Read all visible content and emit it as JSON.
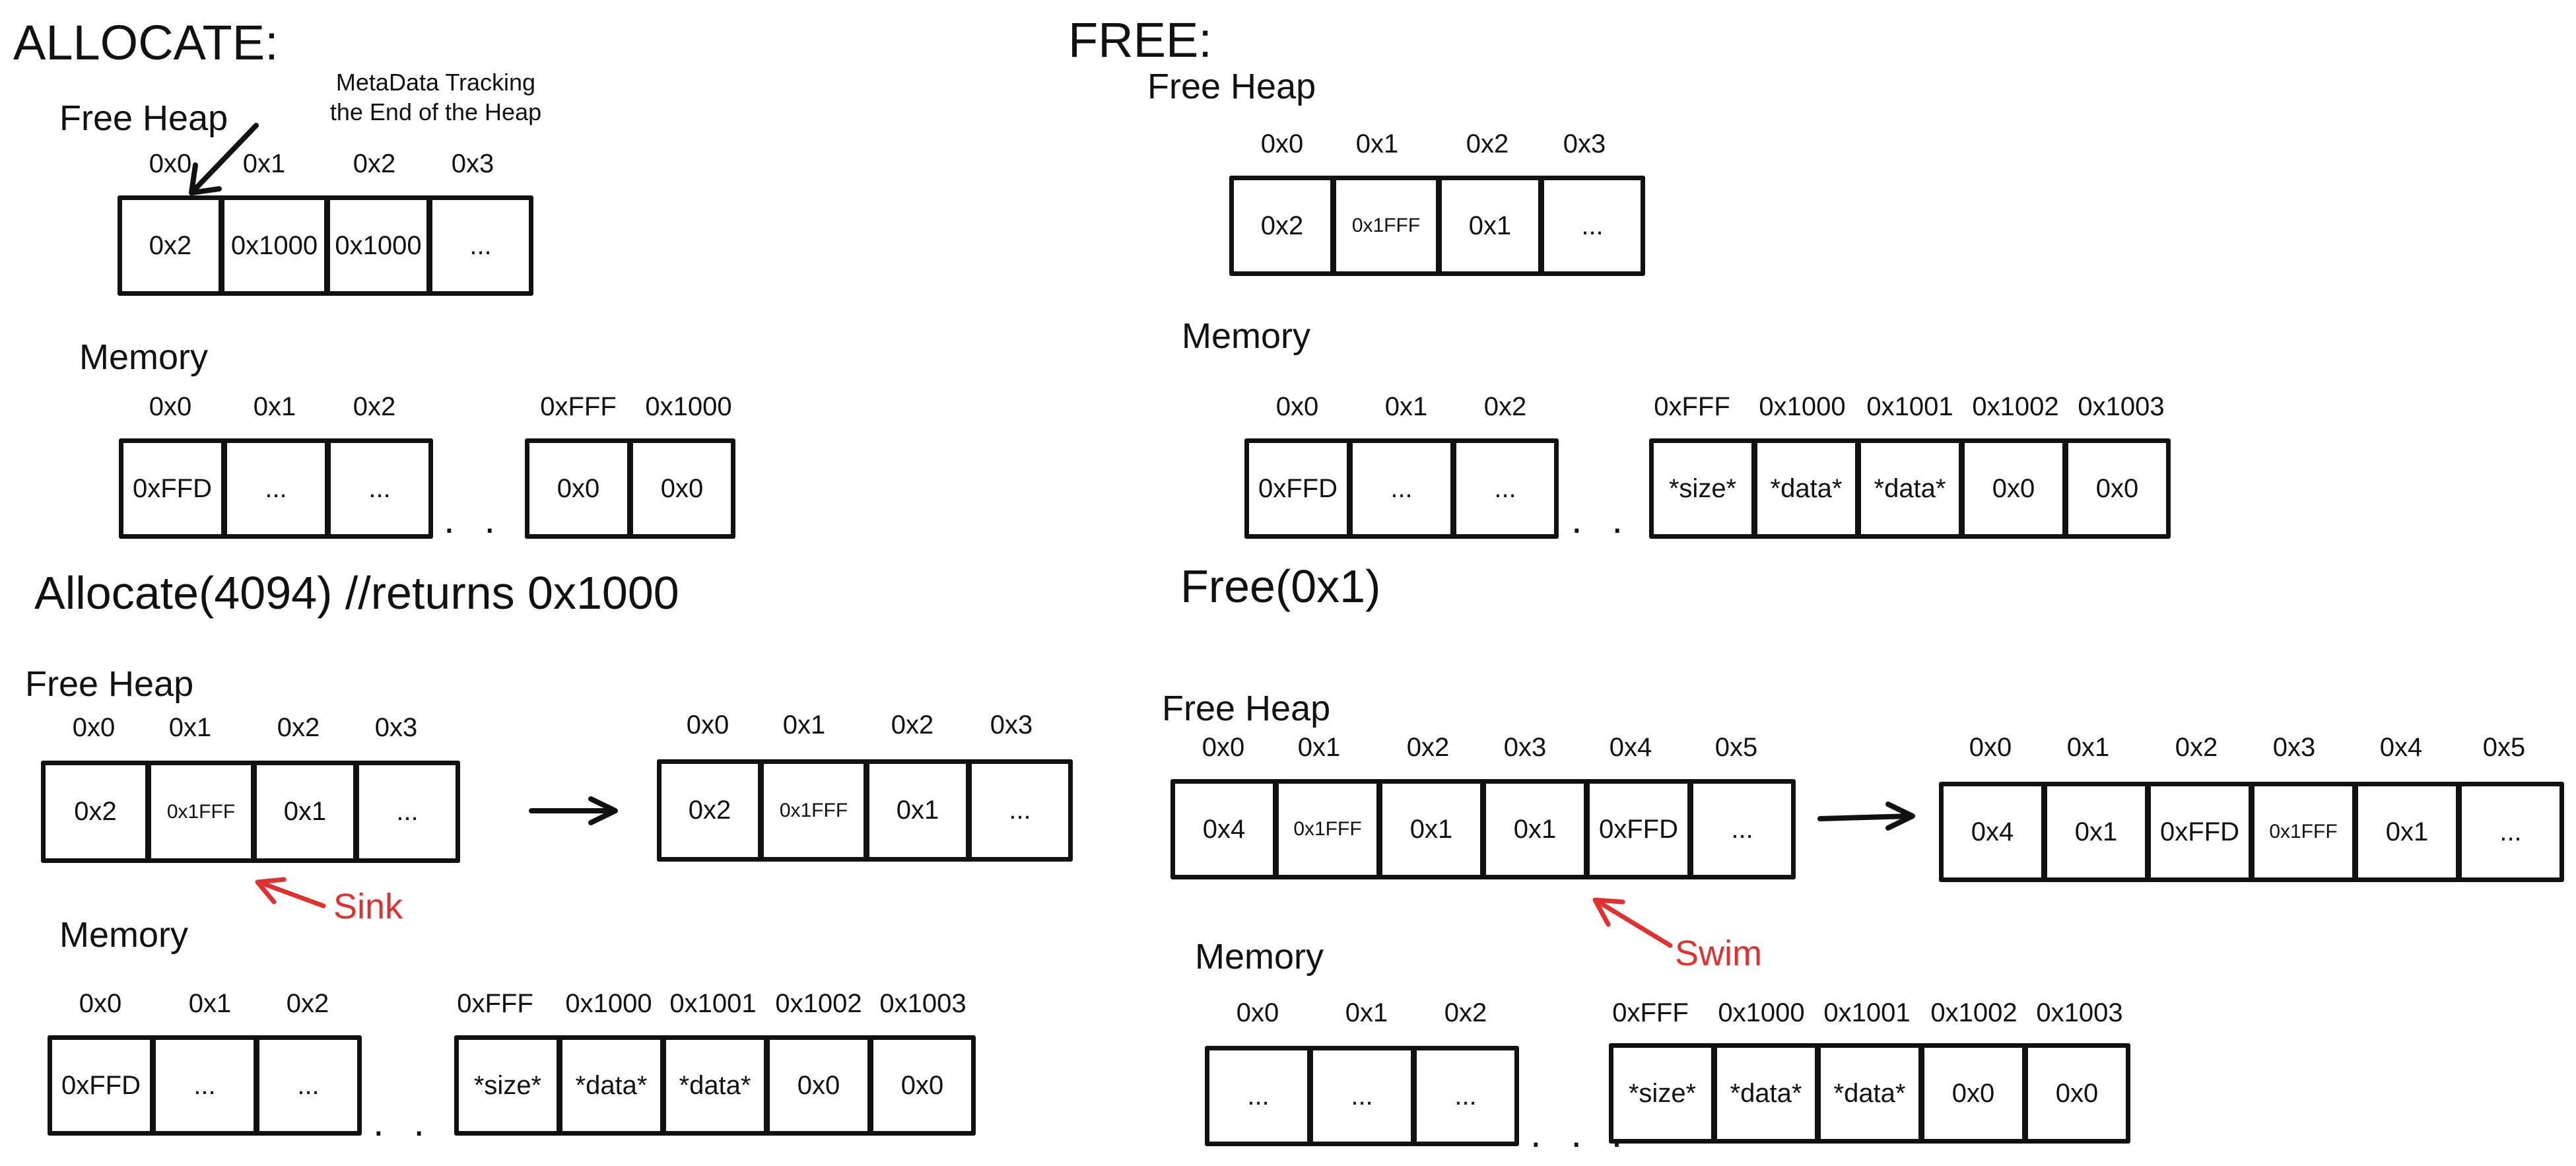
{
  "allocate": {
    "heading": "ALLOCATE:",
    "free_heap_label": "Free Heap",
    "metadata_note_line1": "MetaData Tracking",
    "metadata_note_line2": "the End of the Heap",
    "heap_addr": [
      "0x0",
      "0x1",
      "0x2",
      "0x3"
    ],
    "heap_vals": [
      "0x2",
      "0x1000",
      "0x1000",
      "..."
    ],
    "memory_label": "Memory",
    "mem_addr": [
      "0x0",
      "0x1",
      "0x2",
      "0xFFF",
      "0x1000"
    ],
    "mem_vals": [
      "0xFFD",
      "...",
      "...",
      "0x0",
      "0x0"
    ],
    "operation": "Allocate(4094) //returns 0x1000",
    "after_heap_label": "Free Heap",
    "after_heap_addr": [
      "0x0",
      "0x1",
      "0x2",
      "0x3"
    ],
    "after_heap_vals": [
      "0x2",
      "0x1FFF",
      "0x1",
      "..."
    ],
    "result_heap_addr": [
      "0x0",
      "0x1",
      "0x2",
      "0x3"
    ],
    "result_heap_vals": [
      "0x2",
      "0x1FFF",
      "0x1",
      "..."
    ],
    "sink_label": "Sink",
    "after_memory_label": "Memory",
    "after_mem_addr": [
      "0x0",
      "0x1",
      "0x2",
      "0xFFF",
      "0x1000",
      "0x1001",
      "0x1002",
      "0x1003"
    ],
    "after_mem_vals": [
      "0xFFD",
      "...",
      "...",
      "*size*",
      "*data*",
      "*data*",
      "0x0",
      "0x0"
    ],
    "ellipsis": ". . ."
  },
  "free": {
    "heading": "FREE:",
    "free_heap_label": "Free Heap",
    "heap_addr": [
      "0x0",
      "0x1",
      "0x2",
      "0x3"
    ],
    "heap_vals": [
      "0x2",
      "0x1FFF",
      "0x1",
      "..."
    ],
    "memory_label": "Memory",
    "mem_addr": [
      "0x0",
      "0x1",
      "0x2",
      "0xFFF",
      "0x1000",
      "0x1001",
      "0x1002",
      "0x1003"
    ],
    "mem_vals": [
      "0xFFD",
      "...",
      "...",
      "*size*",
      "*data*",
      "*data*",
      "0x0",
      "0x0"
    ],
    "operation": "Free(0x1)",
    "after_heap_label": "Free Heap",
    "after_heap_addr": [
      "0x0",
      "0x1",
      "0x2",
      "0x3",
      "0x4",
      "0x5"
    ],
    "after_heap_vals": [
      "0x4",
      "0x1FFF",
      "0x1",
      "0x1",
      "0xFFD",
      "..."
    ],
    "result_heap_addr": [
      "0x0",
      "0x1",
      "0x2",
      "0x3",
      "0x4",
      "0x5"
    ],
    "result_heap_vals": [
      "0x4",
      "0x1",
      "0xFFD",
      "0x1FFF",
      "0x1",
      "..."
    ],
    "swim_label": "Swim",
    "after_memory_label": "Memory",
    "after_mem_addr": [
      "0x0",
      "0x1",
      "0x2",
      "0xFFF",
      "0x1000",
      "0x1001",
      "0x1002",
      "0x1003"
    ],
    "after_mem_vals": [
      "...",
      "...",
      "...",
      "*size*",
      "*data*",
      "*data*",
      "0x0",
      "0x0"
    ],
    "ellipsis": ". . ."
  }
}
